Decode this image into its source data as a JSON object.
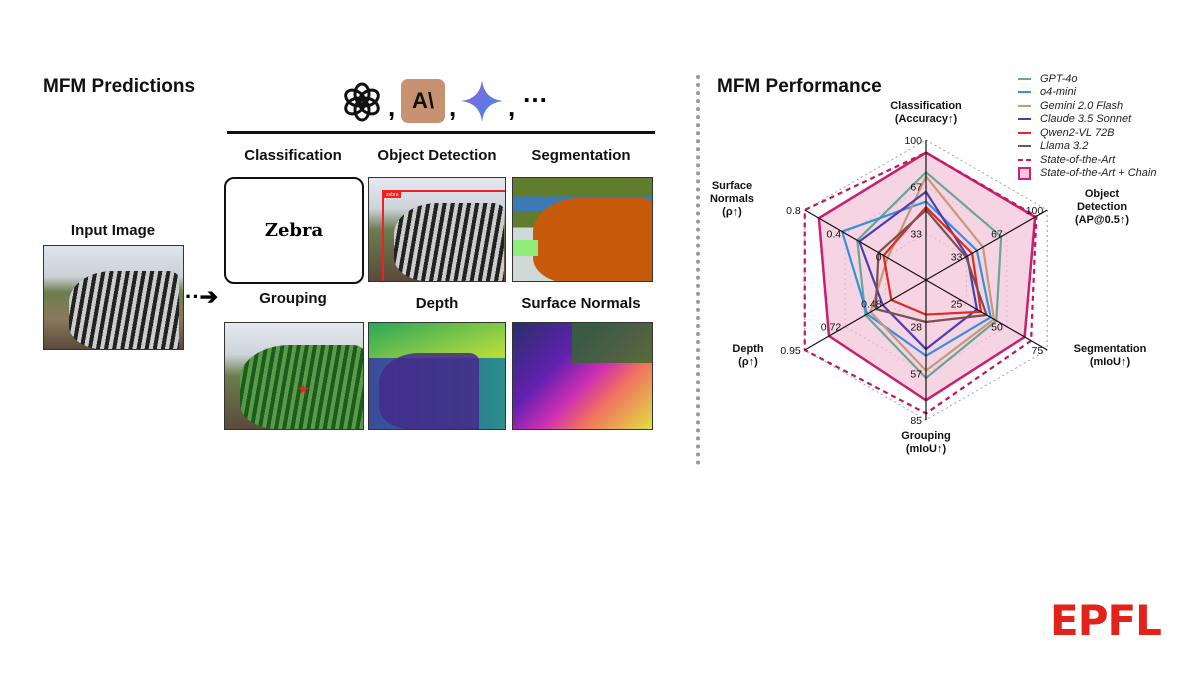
{
  "left": {
    "title": "MFM Predictions",
    "logos": [
      "openai-logo",
      "anthropic-logo",
      "gemini-logo"
    ],
    "anthropic_text": "A\\",
    "separator": ",",
    "ellipsis": "…",
    "input_label": "Input Image",
    "tasks": {
      "classification": "Classification",
      "object_detection": "Object Detection",
      "segmentation": "Segmentation",
      "grouping": "Grouping",
      "depth": "Depth",
      "surface_normals": "Surface Normals"
    },
    "classification_result": "Zebra",
    "detection_box_label": "zebra"
  },
  "right": {
    "title": "MFM Performance"
  },
  "logo": "EPFL",
  "chart_data": {
    "type": "radar",
    "title": "MFM Performance",
    "axes": [
      {
        "label": "Classification",
        "metric": "(Accuracy↑)",
        "range": [
          0,
          100
        ],
        "ticks": [
          "33",
          "67",
          "100"
        ]
      },
      {
        "label": "Object Detection",
        "metric": "(AP@0.5↑)",
        "range": [
          0,
          100
        ],
        "ticks": [
          "33",
          "67",
          "100"
        ]
      },
      {
        "label": "Segmentation",
        "metric": "(mIoU↑)",
        "range": [
          0,
          75
        ],
        "ticks": [
          "25",
          "50",
          "75"
        ]
      },
      {
        "label": "Grouping",
        "metric": "(mIoU↑)",
        "range": [
          0,
          85
        ],
        "ticks": [
          "28",
          "57",
          "85"
        ]
      },
      {
        "label": "Depth",
        "metric": "(ρ↑)",
        "range": [
          0.25,
          0.95
        ],
        "ticks": [
          "0.48",
          "0.72",
          "0.95"
        ]
      },
      {
        "label": "Surface Normals",
        "metric": "(ρ↑)",
        "range": [
          -0.4,
          0.8
        ],
        "ticks": [
          "0",
          "0.4",
          "0.8"
        ]
      }
    ],
    "series": [
      {
        "name": "State-of-the-Art + Chain",
        "color": "#c8206e",
        "fill": "#f3c6da",
        "style": "solid-filled",
        "values": [
          91,
          90,
          61,
          73,
          0.81,
          0.66
        ]
      },
      {
        "name": "GPT-4o",
        "color": "#6aa596",
        "style": "solid",
        "values": [
          77,
          62,
          43.5,
          59.5,
          0.6,
          0.28
        ]
      },
      {
        "name": "o4-mini",
        "color": "#3a8fdc",
        "style": "solid",
        "values": [
          56,
          42,
          40,
          46,
          0.59,
          0.43
        ]
      },
      {
        "name": "Gemini 2.0 Flash",
        "color": "#c49a78",
        "style": "solid",
        "values": [
          74,
          47,
          42,
          55,
          0.57,
          -0.02
        ]
      },
      {
        "name": "Claude 3.5 Sonnet",
        "color": "#4b3fb0",
        "style": "solid",
        "values": [
          63,
          34,
          31.5,
          42,
          0.5,
          0.26
        ]
      },
      {
        "name": "Qwen2-VL 72B",
        "color": "#dd2c1f",
        "style": "solid",
        "values": [
          52,
          38,
          34,
          21,
          0.45,
          0.02
        ]
      },
      {
        "name": "Llama 3.2",
        "color": "#7a5050",
        "style": "solid",
        "values": [
          50,
          33,
          37.5,
          25.5,
          0.54,
          0.07
        ]
      },
      {
        "name": "State-of-the-Art",
        "color": "#c2185b",
        "style": "dashed",
        "values": [
          91,
          91,
          65,
          81,
          0.95,
          0.8
        ]
      }
    ],
    "legend_order": [
      "GPT-4o",
      "o4-mini",
      "Gemini 2.0 Flash",
      "Claude 3.5 Sonnet",
      "Qwen2-VL 72B",
      "Llama 3.2",
      "State-of-the-Art",
      "State-of-the-Art + Chain"
    ],
    "legend": "top-right",
    "grid": true
  }
}
